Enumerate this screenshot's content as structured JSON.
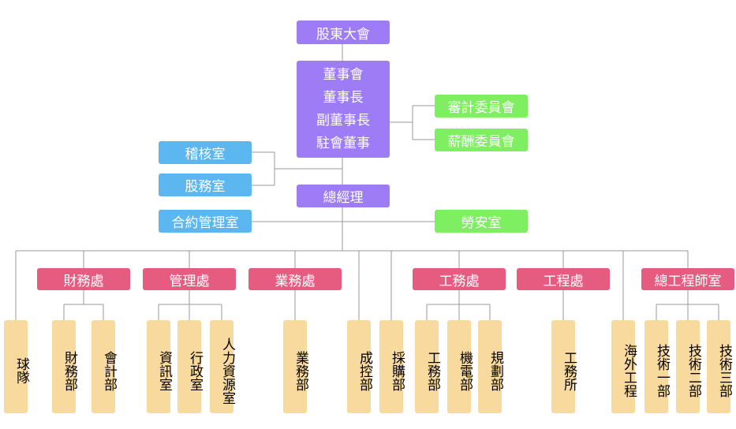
{
  "shareholders": "股東大會",
  "board": [
    "董事會",
    "董事長",
    "副董事長",
    "駐會董事"
  ],
  "audit_committee": "審計委員會",
  "remuneration_committee": "薪酬委員會",
  "audit_office": "稽核室",
  "shares_office": "股務室",
  "general_manager": "總經理",
  "contract_office": "合約管理室",
  "labor_safety_office": "勞安室",
  "divisions": {
    "finance": "財務處",
    "management": "管理處",
    "business": "業務處",
    "engineering_affairs": "工務處",
    "engineering": "工程處",
    "chief_engineer": "總工程師室"
  },
  "units": {
    "baseball": "球隊",
    "finance_dept": "財務部",
    "accounting_dept": "會計部",
    "it_office": "資訊室",
    "admin_office": "行政室",
    "hr_office": "人力資源室",
    "business_dept": "業務部",
    "cost_control_dept": "成控部",
    "procurement_dept": "採購部",
    "works_dept": "工務部",
    "mep_dept": "機電部",
    "planning_dept": "規劃部",
    "works_office": "工務所",
    "overseas": "海外工程",
    "tech1": "技術一部",
    "tech2": "技術二部",
    "tech3": "技術三部"
  }
}
